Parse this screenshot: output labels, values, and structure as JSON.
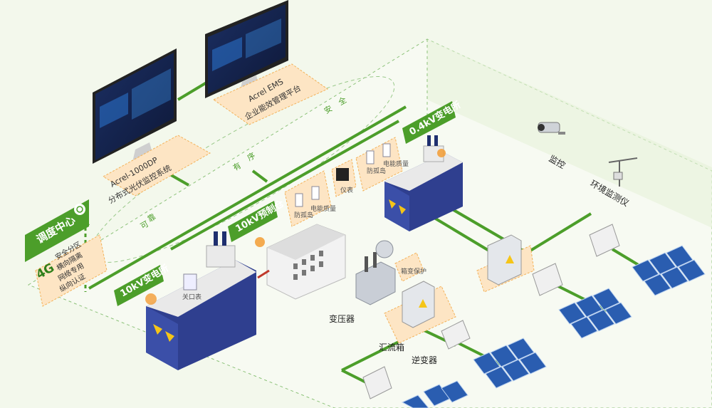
{
  "platforms": {
    "pv_system_line1": "Acrel-1000DP",
    "pv_system_line2": "分布式光伏监控系统",
    "ems_line1": "Acrel EMS",
    "ems_line2": "企业能效管理平台"
  },
  "security_chars": [
    "可",
    "靠",
    "有",
    "序",
    "安",
    "全"
  ],
  "dispatch_center": {
    "label": "调度中心",
    "network": "4G",
    "features": [
      "安全分区",
      "横向隔离",
      "网络专用",
      "纵向认证"
    ]
  },
  "stations": {
    "sub_10kv": "10kV变电所",
    "sub_04kv": "0.4kV变电所",
    "prefab_10kv": "10kV预制仓",
    "gateway_meter": "关口表"
  },
  "device_tags": {
    "left_group": [
      "防孤岛",
      "电能质量"
    ],
    "meter": "仪表",
    "right_group": [
      "防孤岛",
      "电能质量"
    ],
    "transformer_protection": "箱变保护"
  },
  "equipment": {
    "transformer": "变压器",
    "combiner_box": "汇流箱",
    "inverter": "逆变器",
    "camera": "监控",
    "env_monitor": "环境监测仪"
  },
  "colors": {
    "green": "#4c9e2a",
    "dark_green": "#3a8a1c",
    "peach": "#fde5c4",
    "cabinet_blue": "#2f3f8f",
    "panel_blue": "#2a5db0"
  }
}
